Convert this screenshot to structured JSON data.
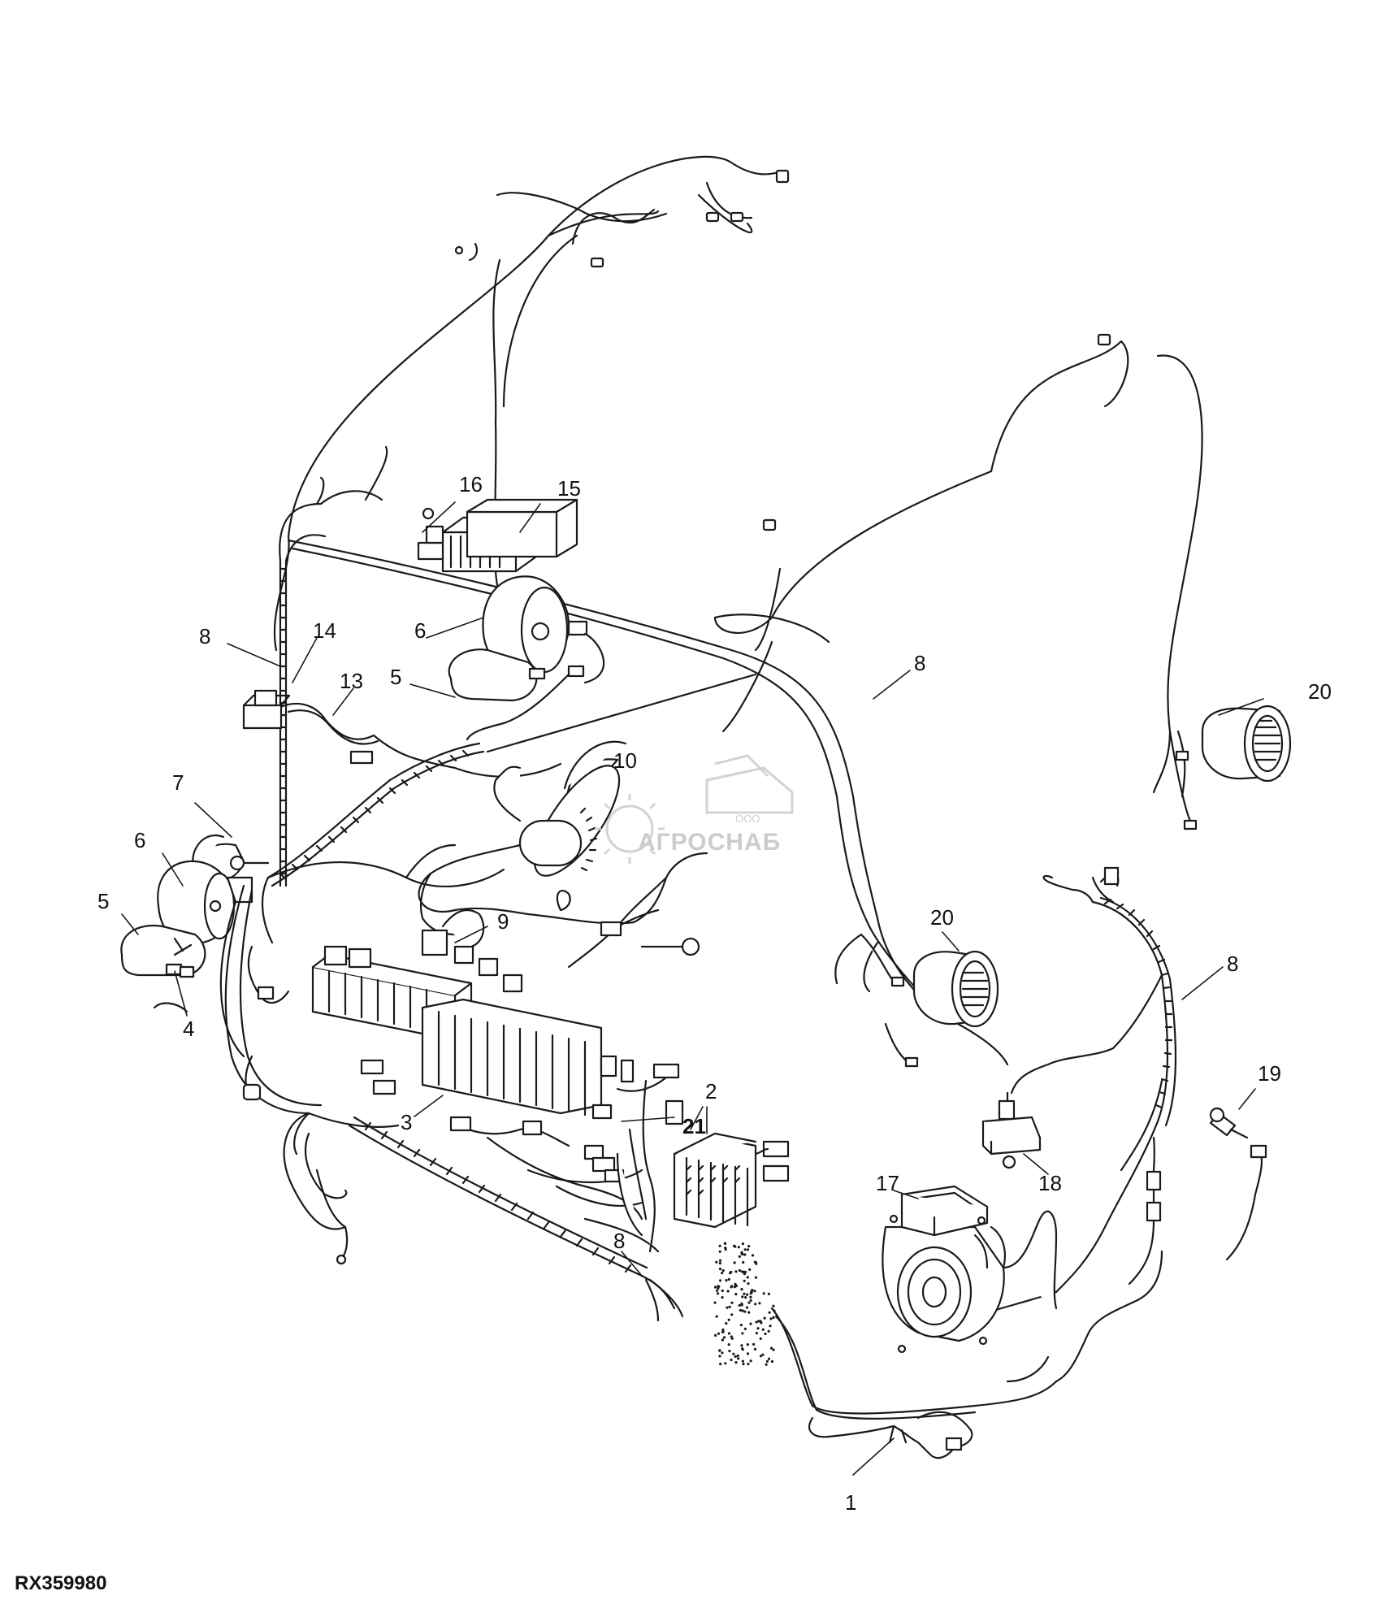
{
  "figure_id": "RX359980",
  "watermark": {
    "brand": "АГРОСНАБ",
    "prefix": "ООО"
  },
  "callouts": {
    "c1": "1",
    "c2": "2",
    "c3": "3",
    "c4": "4",
    "c5": "5",
    "c6": "6",
    "c7": "7",
    "c8": "8",
    "c9": "9",
    "c10": "10",
    "c13": "13",
    "c14": "14",
    "c15": "15",
    "c16": "16",
    "c17": "17",
    "c18": "18",
    "c19": "19",
    "c20": "20",
    "c21": "21"
  }
}
